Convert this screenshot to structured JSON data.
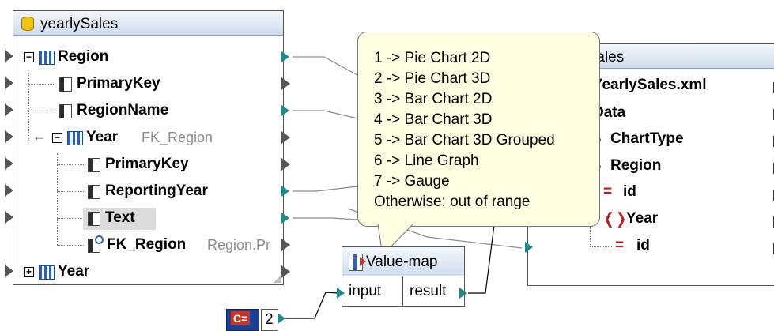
{
  "source_component": {
    "title": "yearlySales",
    "rows": [
      {
        "label": "Region",
        "type": "table",
        "expander": "−"
      },
      {
        "label": "PrimaryKey",
        "type": "field"
      },
      {
        "label": "RegionName",
        "type": "field"
      },
      {
        "label": "Year",
        "type": "table",
        "expander": "−",
        "arrow": "←",
        "relation": "FK_Region"
      },
      {
        "label": "PrimaryKey",
        "type": "field"
      },
      {
        "label": "ReportingYear",
        "type": "field"
      },
      {
        "label": "Text",
        "type": "field",
        "selected": true
      },
      {
        "label": "FK_Region",
        "type": "key-field",
        "relation": "Region.Pr"
      },
      {
        "label": "Year",
        "type": "table",
        "expander": "+"
      }
    ]
  },
  "tooltip": {
    "lines": [
      "1 -> Pie Chart 2D",
      "2 -> Pie Chart 3D",
      "3 -> Bar Chart 2D",
      "4 -> Bar Chart 3D",
      "5 -> Bar Chart 3D Grouped",
      "6 -> Line Graph",
      "7 -> Gauge",
      "Otherwise: out of range"
    ]
  },
  "target_component": {
    "title": "lySales",
    "file": "e: YearlySales.xml",
    "items": [
      {
        "label": "Data",
        "prefix": ""
      },
      {
        "label": "ChartType",
        "prefix": "❭"
      },
      {
        "label": "Region",
        "prefix": "❭"
      },
      {
        "label": "id",
        "prefix": "="
      },
      {
        "label": "Year",
        "prefix": "❬❭"
      },
      {
        "label": "id",
        "prefix": "="
      }
    ]
  },
  "value_map": {
    "title": "Value-map",
    "input_label": "input",
    "result_label": "result"
  },
  "constant": {
    "icon_text": "C=",
    "value": "2"
  },
  "colors": {
    "title_gradient_top": "#f3f7fc",
    "title_gradient_bottom": "#cfdcee",
    "output_port": "#1f8a8a",
    "tooltip_bg": "#ffffe2",
    "xml_element": "#b22222"
  }
}
